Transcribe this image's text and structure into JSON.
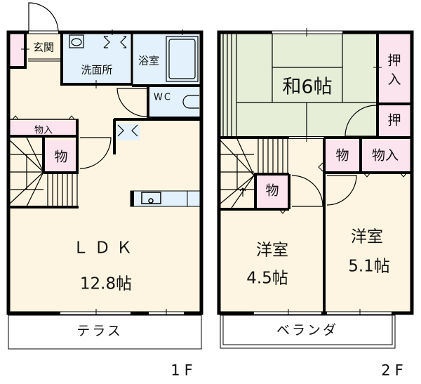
{
  "colors": {
    "wall": "#000000",
    "floor_beige": "#fdf5e1",
    "wet_blue": "#e2f1fb",
    "storage_pink": "#fce4ee",
    "tatami_green": "#e6eed8",
    "background": "#ffffff"
  },
  "floor1": {
    "label": "1F",
    "rooms": {
      "entrance": "玄関",
      "washroom": "洗面所",
      "bathroom": "浴室",
      "wc": "WC",
      "storage_hall": "物入",
      "storage_small": "物",
      "ldk_name": "ＬＤＫ",
      "ldk_size": "12.8帖",
      "terrace": "テラス"
    }
  },
  "floor2": {
    "label": "2F",
    "rooms": {
      "japanese_room": "和6帖",
      "closet_large": "押入",
      "closet_large_line1": "押",
      "closet_large_line2": "入",
      "closet_small": "押",
      "storage_a": "物",
      "storage_b": "物入",
      "storage_stair": "物",
      "western_a_name": "洋室",
      "western_a_size": "4.5帖",
      "western_b_name": "洋室",
      "western_b_size": "5.1帖",
      "balcony": "ベランダ"
    }
  }
}
